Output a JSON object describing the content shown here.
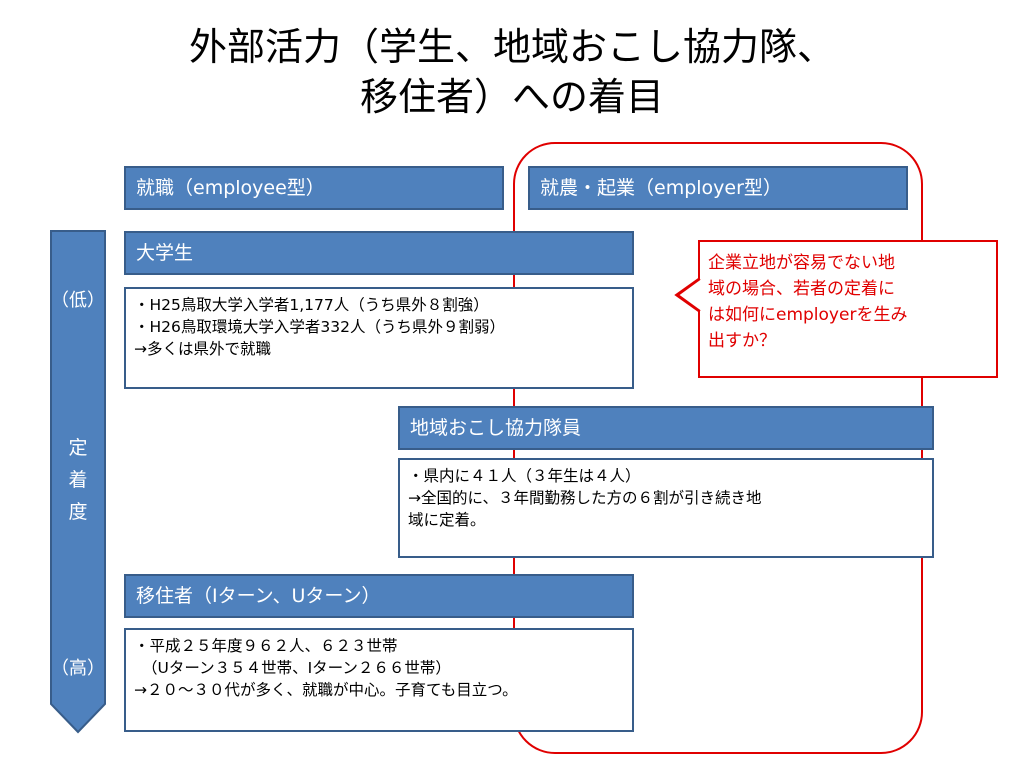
{
  "title": {
    "line1": "外部活力（学生、地域おこし協力隊、",
    "line2": "移住者）への着目"
  },
  "columns": {
    "employee": "就職（employee型）",
    "employer": "就農・起業（employer型）"
  },
  "scale": {
    "low": "（低）",
    "high": "（高）",
    "label_chars": [
      "定",
      "着",
      "度"
    ]
  },
  "groups": {
    "students": {
      "header": "大学生",
      "lines": [
        "・H25鳥取大学入学者1,177人（うち県外８割強）",
        "・H26鳥取環境大学入学者332人（うち県外９割弱）",
        "→多くは県外で就職"
      ]
    },
    "cooperators": {
      "header": "地域おこし協力隊員",
      "lines": [
        "・県内に４１人（３年生は４人）",
        "→全国的に、３年間勤務した方の６割が引き続き地",
        "域に定着。"
      ]
    },
    "migrants": {
      "header": "移住者（Iターン、Uターン）",
      "lines": [
        "・平成２５年度９６２人、６２３世帯",
        "（Uターン３５４世帯、Iターン２６６世帯）",
        "→２０～３０代が多く、就職が中心。子育ても目立つ。"
      ]
    }
  },
  "callout": {
    "lines": [
      "企業立地が容易でない地",
      "域の場合、若者の定着に",
      "は如何にemployerを生み",
      "出すか？"
    ]
  },
  "colors": {
    "header_fill": "#4f81bd",
    "header_border": "#385d8a",
    "highlight_red": "#e00000"
  }
}
